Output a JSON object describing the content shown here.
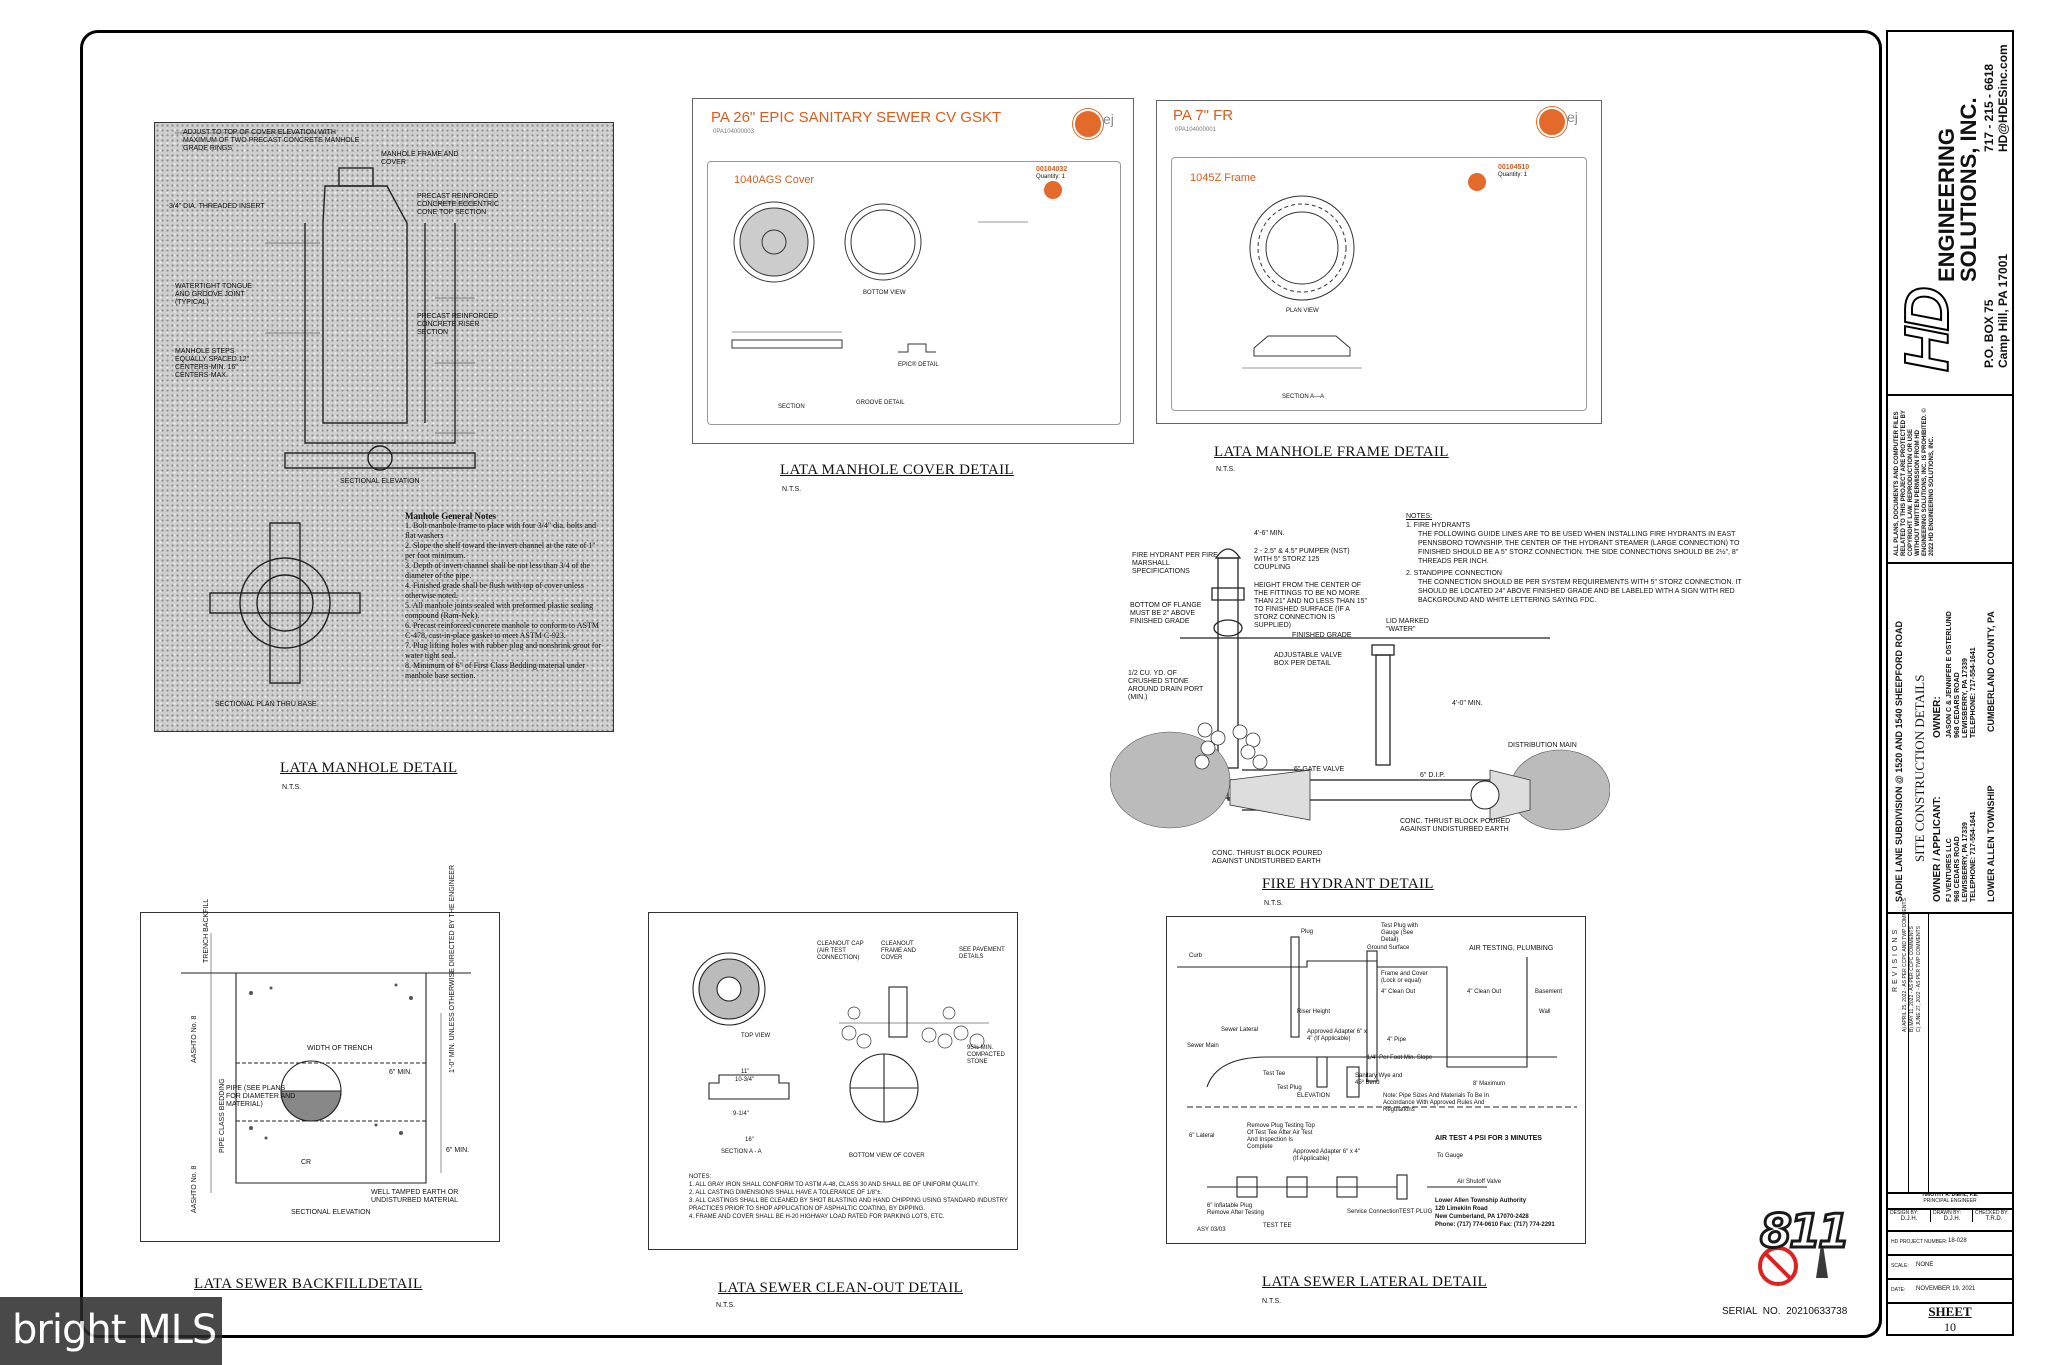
{
  "details": {
    "manhole": {
      "title": "LATA MANHOLE DETAIL",
      "nts": "N.T.S.",
      "notes_title": "Manhole General Notes",
      "notes": [
        "1. Bolt manhole frame to place with four 3/4\" dia. bolts and flat washers",
        "2. Slope the shelf toward the invert channel at the rate of 1\" per foot minimum.",
        "3. Depth of invert channel shall be not less than 3/4 of the diameter of the pipe.",
        "4. Finished grade shall be flush with top of cover unless otherwise noted.",
        "5. All manhole joints sealed with preformed plastic sealing compound (Ram-Nek).",
        "6. Precast reinforced concrete manhole to conform to ASTM C-478, cast-in-place gasket to meet ASTM C-923.",
        "7. Plug lifting holes with rubber plug and nonshrink grout for water tight seal.",
        "8. Minimum of 6\" of First Class Bedding material under manhole base section."
      ],
      "labels": [
        "ADJUST TO TOP OF COVER ELEVATION WITH MAXIMUM OF TWO PRECAST CONCRETE MANHOLE GRADE RINGS",
        "MANHOLE FRAME AND COVER",
        "3/4\" DIA. THREADED INSERT",
        "PRECAST REINFORCED CONCRETE ECCENTRIC CONE TOP SECTION",
        "WATERTIGHT TONGUE AND GROOVE JOINT (TYPICAL)",
        "MANHOLE STEPS EQUALLY SPACED 12\" CENTERS-MIN. 16\" CENTERS-MAX.",
        "PRECAST REINFORCED CONCRETE RISER SECTION",
        "SECTIONAL ELEVATION",
        "SECTIONAL PLAN THRU BASE"
      ]
    },
    "cover": {
      "title": "LATA MANHOLE COVER DETAIL",
      "nts": "N.T.S.",
      "header": "PA 26\" EPIC SANITARY SEWER CV GSKT",
      "code": "0PA104000003",
      "model": "1040AGS  Cover",
      "part": "00104032",
      "qty": "Quantity: 1",
      "views": [
        "BOTTOM VIEW",
        "SECTION",
        "GROOVE DETAIL",
        "EPIC® DETAIL"
      ]
    },
    "frame": {
      "title": "LATA MANHOLE FRAME DETAIL",
      "nts": "N.T.S.",
      "header": "PA 7\" FR",
      "code": "0PA104000001",
      "model": "1045Z   Frame",
      "part": "00104510",
      "qty": "Quantity: 1",
      "views": [
        "PLAN VIEW",
        "SECTION  A—A"
      ]
    },
    "hydrant": {
      "title": "FIRE HYDRANT DETAIL",
      "nts": "N.T.S.",
      "notes_title": "NOTES:",
      "notes": [
        "1.  FIRE HYDRANTS",
        "THE FOLLOWING GUIDE LINES ARE TO BE USED WHEN INSTALLING FIRE HYDRANTS IN EAST PENNSBORO TOWNSHIP.  THE CENTER OF THE HYDRANT STEAMER (LARGE CONNECTION) TO FINISHED SHOULD BE A 5\" STORZ CONNECTION.  THE SIDE CONNECTIONS SHOULD BE 2½\", 8\" THREADS PER INCH.",
        "2.  STANDPIPE CONNECTION",
        "THE CONNECTION SHOULD BE PER SYSTEM REQUIREMENTS WITH 5\" STORZ CONNECTION.  IT SHOULD BE LOCATED 24\" ABOVE FINISHED GRADE AND BE LABELED WITH A SIGN WITH RED BACKGROUND AND WHITE LETTERING SAYING FDC."
      ],
      "labels": [
        "FIRE HYDRANT PER FIRE MARSHALL SPECIFICATIONS",
        "4'-6\" MIN.",
        "2 - 2.5\" & 4.5\" PUMPER (NST) WITH 5\" STORZ 125 COUPLING",
        "HEIGHT FROM THE CENTER OF THE FITTINGS TO BE NO MORE THAN 21\" AND NO LESS THAN 15\" TO FINISHED SURFACE (IF A STORZ CONNECTION IS SUPPLIED)",
        "BOTTOM OF FLANGE MUST BE 2\" ABOVE FINISHED GRADE",
        "LID MARKED \"WATER\"",
        "FINISHED GRADE",
        "ADJUSTABLE VALVE BOX PER DETAIL",
        "1/2 CU. YD. OF CRUSHED STONE AROUND DRAIN PORT (MIN.)",
        "4'-0\" MIN.",
        "DISTRIBUTION MAIN",
        "6\" GATE VALVE",
        "6\" D.I.P.",
        "CONC. THRUST BLOCK POURED AGAINST UNDISTURBED EARTH",
        "CONC. THRUST BLOCK POURED AGAINST UNDISTURBED EARTH"
      ]
    },
    "backfill": {
      "title": "LATA SEWER BACKFILLDETAIL",
      "nts": "",
      "labels": [
        "WIDTH OF TRENCH",
        "PIPE (SEE PLANS FOR DIAMETER AND MATERIAL)",
        "WELL TAMPED EARTH OR UNDISTURBED MATERIAL",
        "SECTIONAL ELEVATION",
        "AASHTO No. 8",
        "AASHTO No. 8",
        "1'-0\" MIN. UNLESS OTHERWISE DIRECTED BY THE ENGINEER",
        "6\" MIN.",
        "6\" MIN.",
        "TRENCH BACKFILL",
        "PIPE CLASS BEDDING",
        "CR"
      ]
    },
    "cleanout": {
      "title": "LATA SEWER CLEAN-OUT DETAIL",
      "nts": "N.T.S.",
      "labels": [
        "TOP VIEW",
        "CLEANOUT CAP (AIR TEST CONNECTION)",
        "CLEANOUT FRAME AND COVER",
        "SEE PAVEMENT DETAILS",
        "95% MIN. COMPACTED STONE",
        "SECTION A - A",
        "BOTTOM VIEW OF COVER",
        "11\"",
        "10-3/4\"",
        "9-1/4\"",
        "16\""
      ],
      "notes": [
        "NOTES:",
        "1. ALL GRAY IRON SHALL CONFORM TO ASTM A-48, CLASS 30 AND SHALL BE OF UNIFORM QUALITY.",
        "2. ALL CASTING DIMENSIONS SHALL HAVE A TOLERANCE OF 1/8\"±.",
        "3. ALL CASTINGS SHALL BE CLEANED BY SHOT BLASTING AND HAND CHIPPING USING STANDARD INDUSTRY PRACTICES PRIOR TO SHOP APPLICATION OF ASPHALTIC COATING, BY DIPPING.",
        "4. FRAME AND COVER SHALL BE H-20 HIGHWAY LOAD RATED FOR PARKING LOTS, ETC."
      ]
    },
    "lateral": {
      "title": "LATA SEWER LATERAL DETAIL",
      "nts": "N.T.S.",
      "header": "AIR TESTING, PLUMBING",
      "test": "AIR TEST 4 PSI FOR 3 MINUTES",
      "authority": [
        "Lower Allen Township Authority",
        "120 Limekiln Road",
        "New Cumberland, PA  17070-2428",
        "Phone: (717) 774-0610    Fax: (717) 774-2291"
      ],
      "labels": [
        "Curb",
        "Plug",
        "Test Plug with Gauge (See Detail)",
        "Ground Surface",
        "Frame and Cover (Lock or equal)",
        "4\" Clean Out",
        "4\" Clean Out",
        "Basement",
        "Wall",
        "Riser Height",
        "Sewer Lateral",
        "Approved Adapter 6\" x 4\" (If Applicable)",
        "4\" Pipe",
        "Sewer Main",
        "Test Tee",
        "Test Plug",
        "Sanitary Wye and 45º Bend",
        "1/4\" Per Foot Min. Slope",
        "8' Maximum",
        "ELEVATION",
        "Note: Pipe Sizes And Materials To Be In Accordance With Approved Rules And Regulations",
        "Remove Plug Testing Top Of Test Tee After Air Test And Inspection Is Complete",
        "6\" Lateral",
        "6\" Inflatable Plug Remove After Testing",
        "Approved Adapter 6\" x 4\" (If Applicable)",
        "Service Connection",
        "TEST TEE",
        "TEST PLUG",
        "Air Shutoff Valve",
        "To Gauge",
        "ASY 03/03"
      ]
    }
  },
  "stamp": {
    "text": "811",
    "serial": "SERIAL  NO.  20210633738"
  },
  "watermark": "bright MLS",
  "title_block": {
    "company": "ENGINEERING SOLUTIONS, INC.",
    "logo": "HD",
    "phone": "717 - 215 - 6618",
    "email": "HD@HDESinc.com",
    "address1": "P.O. BOX 75",
    "address2": "Camp Hill, PA  17001",
    "copyright": "ALL PLANS, DOCUMENTS AND COMPUTER FILES RELATED TO THIS PROJECT ARE PROTECTED BY COPYRIGHT LAW. REPRODUCTION OR USE WITHOUT WRITTEN PERMISSION FROM HD ENGINEERING SOLUTIONS, INC. IS PROHIBITED. © 2022 HD ENGINEERING SOLUTIONS, INC.",
    "project": "SADIE LANE SUBDIVISION @ 1520 AND 1540 SHEEPFORD ROAD",
    "sheet_title": "SITE CONSTRUCTION DETAILS",
    "owner_label": "OWNER / APPLICANT:",
    "owner": [
      "FJ VENTURES LLC",
      "968 CEDARS ROAD",
      "LEWISBERRY, PA 17339",
      "TELEPHONE: 717-554-1641"
    ],
    "owner2_label": "OWNER:",
    "owner2": [
      "JASON C & JENNIFER E OSTERLUND",
      "968 CEDARS ROAD",
      "LEWISBERRY, PA 17339",
      "TELEPHONE: 717-554-1641"
    ],
    "municipality": "LOWER ALLEN TOWNSHIP",
    "county": "CUMBERLAND COUNTY, PA",
    "revisions_label": "REVISIONS",
    "revisions": [
      "A) APRIL 25, 2022 - AS PER CCPC AND TWP COMMENTS",
      "B) MAY 11, 2022 - AS PER CCPC COMMENTS",
      "C) JUNE 27, 2022 - AS PER TWP COMMENTS"
    ],
    "engineer": "TIMOTHY R. DIEHL, P.E.",
    "engineer_role": "PRINCIPAL ENGINEER",
    "design_by_label": "DESIGN BY:",
    "design_by": "D.J.H.",
    "drawn_by_label": "DRAWN BY:",
    "drawn_by": "D.J.H.",
    "checked_by_label": "CHECKED BY:",
    "checked_by": "T.R.D.",
    "project_no_label": "HD PROJECT NUMBER:",
    "project_no": "18-028",
    "scale_label": "SCALE:",
    "scale": "NONE",
    "date_label": "DATE:",
    "date": "NOVEMBER 19, 2021",
    "sheet_label": "SHEET",
    "sheet_no": "10"
  }
}
